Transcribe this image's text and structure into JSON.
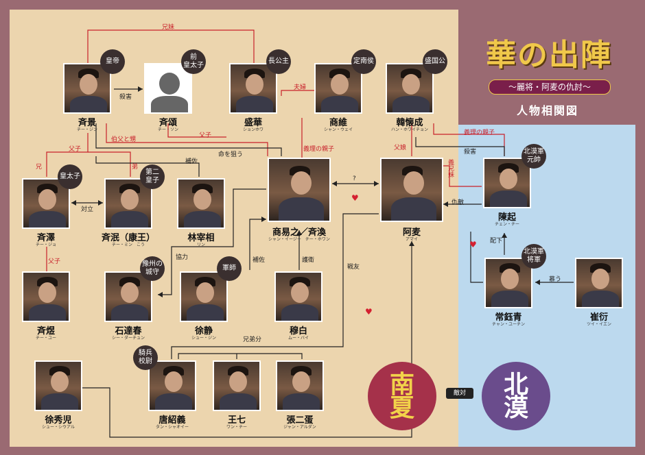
{
  "title": {
    "main": "華の出陣",
    "subtitle": "〜麗将・阿麦の仇討〜",
    "caption": "人物相関図"
  },
  "colors": {
    "background": "#9a6a72",
    "south_panel": "#ecd5ae",
    "north_panel": "#bcd9ee",
    "relation_red": "#c8202a",
    "relation_black": "#222222"
  },
  "characters": [
    {
      "id": "qijing",
      "name": "斉景",
      "reading": "チー・ジン",
      "badge": "皇帝"
    },
    {
      "id": "qisong",
      "name": "斉頌",
      "reading": "チー・ソン",
      "badge": "前\n皇太子",
      "silhouette": true
    },
    {
      "id": "shenghua",
      "name": "盛華",
      "reading": "ションホワ",
      "badge": "長公主"
    },
    {
      "id": "shangwei",
      "name": "商維",
      "reading": "シャン・ウェイ",
      "badge": "定南侯"
    },
    {
      "id": "hanhuaicheng",
      "name": "韓懐成",
      "reading": "ハン・ホワイチョン",
      "badge": "盛国公"
    },
    {
      "id": "qize",
      "name": "斉澤",
      "reading": "チー・ジョ",
      "badge": "皇太子"
    },
    {
      "id": "qimin",
      "name": "斉泯（康王）",
      "reading": "チー・ミン　こう",
      "badge": "第二\n皇子"
    },
    {
      "id": "linzaixiang",
      "name": "林宰相",
      "reading": "リン",
      "badge": ""
    },
    {
      "id": "shangyizhi",
      "name": "商易之／斉渙",
      "reading": "シャン・イージー　チー・ホワン",
      "badge": ""
    },
    {
      "id": "amai",
      "name": "阿麦",
      "reading": "アマイ",
      "badge": ""
    },
    {
      "id": "chenqi",
      "name": "陳起",
      "reading": "チェン・チー",
      "badge": "北漠軍\n元帥"
    },
    {
      "id": "qiyu",
      "name": "斉煜",
      "reading": "チー・ユー",
      "badge": ""
    },
    {
      "id": "shidachun",
      "name": "石達春",
      "reading": "シー・ダーチュン",
      "badge": "豫州の\n城守"
    },
    {
      "id": "xujing",
      "name": "徐静",
      "reading": "シュー・ジン",
      "badge": "軍師"
    },
    {
      "id": "mubai",
      "name": "穆白",
      "reading": "ムー・バイ",
      "badge": ""
    },
    {
      "id": "changyuqing",
      "name": "常鈺青",
      "reading": "チャン・ユーチン",
      "badge": "北漠軍\n将軍"
    },
    {
      "id": "cuiyan",
      "name": "崔衍",
      "reading": "ツイ・イエン",
      "badge": ""
    },
    {
      "id": "xuxiuer",
      "name": "徐秀児",
      "reading": "シュー・シウアル",
      "badge": ""
    },
    {
      "id": "tangshaoyi",
      "name": "唐紹義",
      "reading": "タン・シャオイー",
      "badge": "騎兵\n校尉"
    },
    {
      "id": "wangqi",
      "name": "王七",
      "reading": "ワン・チー",
      "badge": ""
    },
    {
      "id": "zhangerdan",
      "name": "張二蛋",
      "reading": "ジャン・アルダン",
      "badge": ""
    }
  ],
  "relations": [
    {
      "label": "兄妹",
      "color": "red"
    },
    {
      "label": "殺害",
      "color": "black"
    },
    {
      "label": "夫婦",
      "color": "red"
    },
    {
      "label": "伯父と甥",
      "color": "red"
    },
    {
      "label": "父子",
      "color": "red"
    },
    {
      "label": "命を狙う",
      "color": "black"
    },
    {
      "label": "義理の親子",
      "color": "red"
    },
    {
      "label": "父娘",
      "color": "red"
    },
    {
      "label": "義理の親子",
      "color": "red"
    },
    {
      "label": "殺害",
      "color": "black"
    },
    {
      "label": "父子",
      "color": "red"
    },
    {
      "label": "補佐",
      "color": "black"
    },
    {
      "label": "兄",
      "color": "red"
    },
    {
      "label": "弟",
      "color": "red"
    },
    {
      "label": "義兄妹",
      "color": "red"
    },
    {
      "label": "対立",
      "color": "black"
    },
    {
      "label": "?",
      "color": "black"
    },
    {
      "label": "仇敵",
      "color": "black"
    },
    {
      "label": "父子",
      "color": "red"
    },
    {
      "label": "協力",
      "color": "black"
    },
    {
      "label": "補佐",
      "color": "black"
    },
    {
      "label": "護衛",
      "color": "black"
    },
    {
      "label": "戦友",
      "color": "black"
    },
    {
      "label": "配下",
      "color": "black"
    },
    {
      "label": "慕う",
      "color": "black"
    },
    {
      "label": "兄弟分",
      "color": "black"
    }
  ],
  "kingdoms": {
    "south": "南\n夏",
    "north": "北\n漠",
    "enmity": "敵対"
  }
}
